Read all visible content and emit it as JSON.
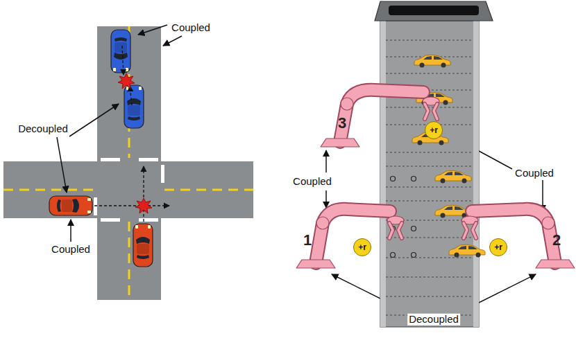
{
  "diagram": {
    "nodes": [
      {
        "text": [
          "+r"
        ]
      },
      {
        "text": [
          "+r"
        ]
      },
      {
        "text": [
          "+r"
        ]
      }
    ],
    "labels": [
      "Coupled",
      "Decoupled",
      "Coupled",
      "Coupled",
      "Coupled",
      "Decoupled",
      "3",
      "1",
      "2"
    ]
  }
}
